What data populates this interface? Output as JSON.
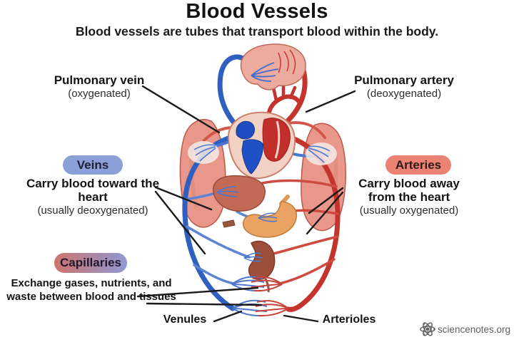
{
  "page": {
    "title": "Blood Vessels",
    "subtitle": "Blood vessels are tubes that transport blood within the body."
  },
  "annotations": {
    "pulmonary_vein": {
      "label": "Pulmonary vein",
      "note": "(oxygenated)"
    },
    "pulmonary_artery": {
      "label": "Pulmonary artery",
      "note": "(deoxygenated)"
    },
    "veins": {
      "badge": "Veins",
      "description": "Carry blood toward the heart",
      "note": "(usually deoxygenated)"
    },
    "arteries": {
      "badge": "Arteries",
      "description": "Carry blood away from the heart",
      "note": "(usually oxygenated)"
    },
    "capillaries": {
      "badge": "Capillaries",
      "description": "Exchange gases, nutrients, and waste between blood and tissues"
    },
    "venules": {
      "label": "Venules"
    },
    "arterioles": {
      "label": "Arterioles"
    }
  },
  "watermark": {
    "text": "sciencenotes.org",
    "icon": "atom-icon"
  },
  "diagram": {
    "organs": [
      "brain",
      "left-lung",
      "right-lung",
      "heart",
      "liver",
      "stomach",
      "kidney",
      "capillary-bed-upper",
      "capillary-bed-lower"
    ]
  },
  "colors": {
    "veins_badge": "#8ba0d8",
    "arteries_badge": "#ec8273",
    "capillaries_left": "#cf736c",
    "capillaries_right": "#8e9ad4",
    "vein_blue": "#2f5fc0",
    "artery_red": "#c5332d",
    "pointer_black": "#1b1b1b"
  }
}
